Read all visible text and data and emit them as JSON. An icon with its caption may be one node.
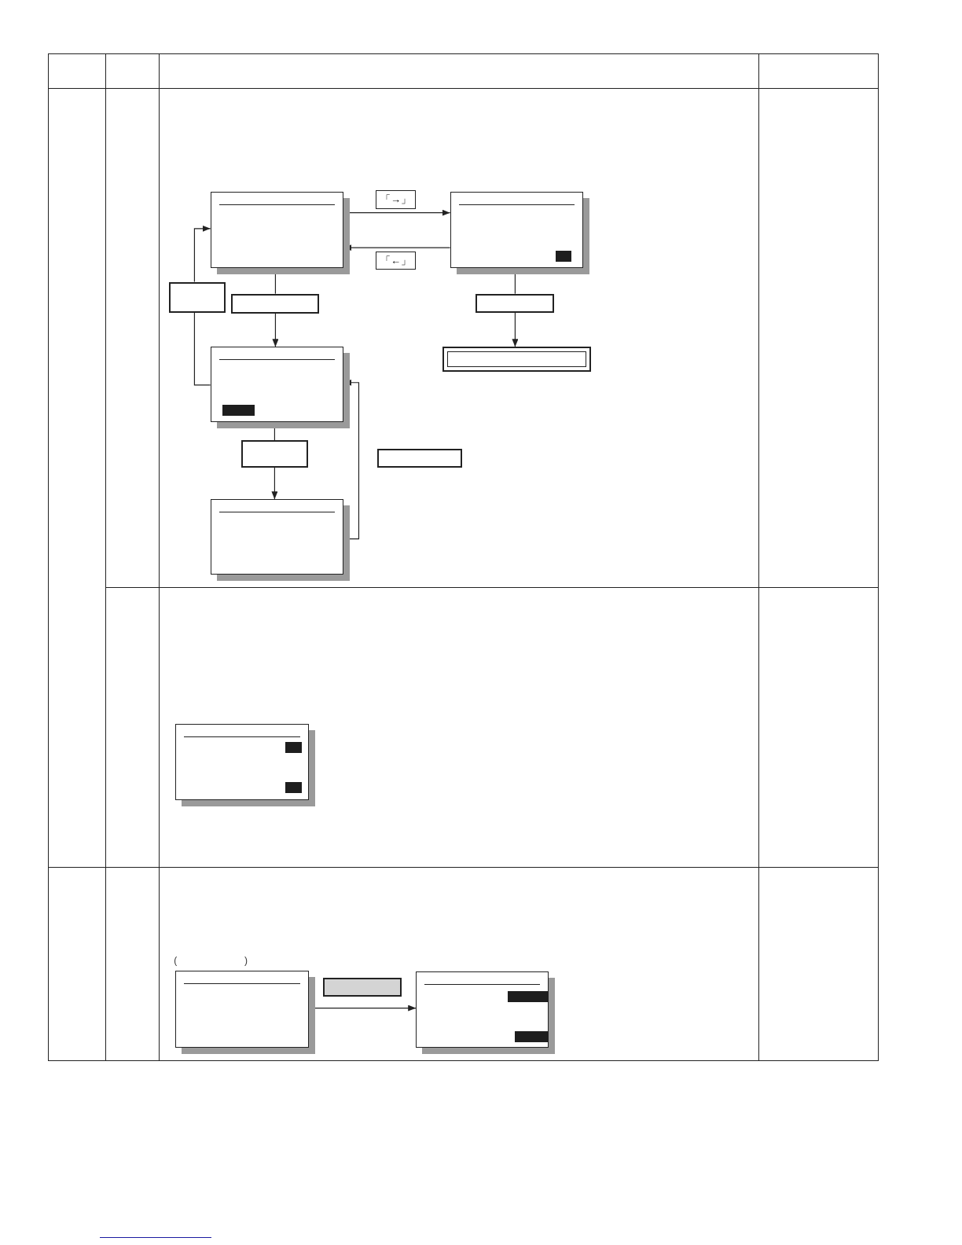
{
  "diagram": {
    "nodes": [
      {
        "text": [],
        "shape": "box"
      },
      {
        "text": [],
        "shape": "box"
      },
      {
        "text": [
          "「→」"
        ]
      },
      {
        "text": [
          "「←」"
        ]
      },
      {
        "text": [],
        "shape": "box"
      },
      {
        "text": [],
        "shape": "box"
      },
      {
        "text": [],
        "shape": "box"
      },
      {
        "text": [],
        "shape": "box"
      },
      {
        "text": [],
        "shape": "box"
      },
      {
        "text": [],
        "shape": "box"
      },
      {
        "text": [],
        "shape": "box"
      },
      {
        "text": [],
        "shape": "box"
      },
      {
        "text": [],
        "shape": "box"
      },
      {
        "text": [],
        "shape": "box",
        "beside": [
          "(",
          ")"
        ]
      },
      {
        "text": [],
        "shape": "box"
      },
      {
        "text": [],
        "shape": "box"
      }
    ],
    "edges": [
      {
        "from": 0,
        "to": 1,
        "arrow": "to"
      },
      {
        "from": 1,
        "to": 0,
        "arrow": "to"
      },
      {
        "from": 0,
        "to": 5,
        "arrow": "none"
      },
      {
        "from": 5,
        "to": 8,
        "arrow": "to"
      },
      {
        "from": 1,
        "to": 6,
        "arrow": "none"
      },
      {
        "from": 6,
        "to": 7,
        "arrow": "to"
      },
      {
        "from": 8,
        "to": 9,
        "arrow": "none"
      },
      {
        "from": 9,
        "to": 11,
        "arrow": "to"
      },
      {
        "from": 11,
        "to": 8,
        "arrow": "to"
      },
      {
        "from": 8,
        "to": 4,
        "arrow": "none"
      },
      {
        "from": 4,
        "to": 0,
        "arrow": "to"
      },
      {
        "from": 13,
        "to": 15,
        "arrow": "to"
      }
    ]
  }
}
